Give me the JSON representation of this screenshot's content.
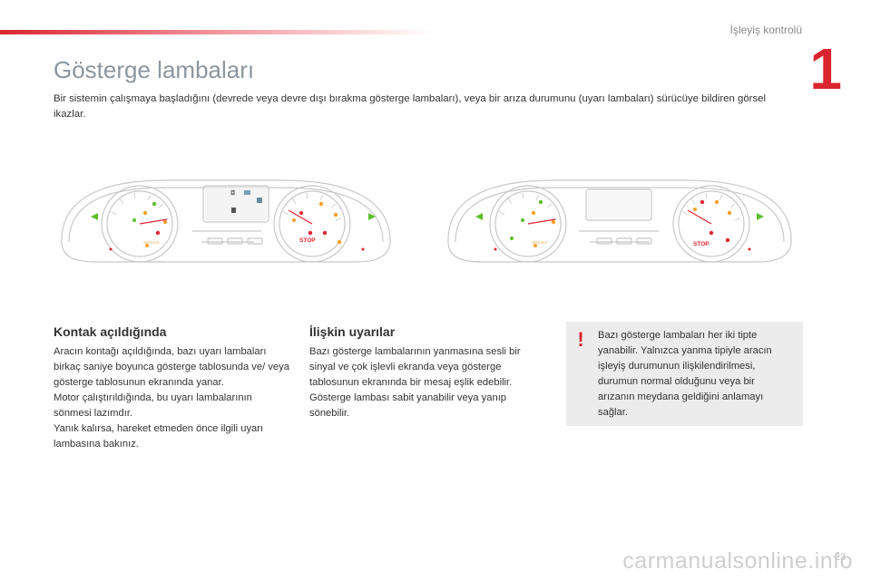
{
  "header": {
    "section_title": "İşleyiş kontrolü",
    "chapter_number": "1"
  },
  "page": {
    "title": "Gösterge lambaları",
    "page_number": "23"
  },
  "intro": "Bir sistemin çalışmaya başladığını (devrede veya devre dışı bırakma gösterge lambaları), veya bir arıza durumunu (uyarı lambaları) sürücüye bildiren görsel ikazlar.",
  "dashboard_labels": {
    "stop": "STOP",
    "service": "SERVICE"
  },
  "sections": [
    {
      "title": "Kontak açıldığında",
      "body": "Aracın kontağı açıldığında, bazı uyarı lambaları birkaç saniye boyunca gösterge tablosunda ve/ veya gösterge tablosunun ekranında yanar.\nMotor çalıştırıldığında, bu uyarı lambalarının sönmesi lazımdır.\nYanık kalırsa, hareket etmeden önce ilgili uyarı lambasına bakınız."
    },
    {
      "title": "İlişkin uyarılar",
      "body": "Bazı gösterge lambalarının yanmasına sesli bir sinyal ve çok işlevli ekranda veya gösterge tablosunun ekranında bir mesaj eşlik edebilir.\nGösterge lambası sabit yanabilir veya yanıp sönebilir."
    }
  ],
  "note": {
    "icon": "!",
    "text": "Bazı gösterge lambaları her iki tipte yanabilir. Yalnızca yanma tipiyle aracın işleyiş durumunun ilişkilendirilmesi, durumun normal olduğunu veya bir arızanın meydana geldiğini anlamayı sağlar."
  },
  "watermark": "carmanualsonline.info",
  "colors": {
    "accent": "#d9262e",
    "title_gray": "#8c969e",
    "note_bg": "#ececec",
    "lamp_green": "#5cbf2a",
    "lamp_orange": "#f3a12a",
    "lamp_red": "#e0242f"
  }
}
